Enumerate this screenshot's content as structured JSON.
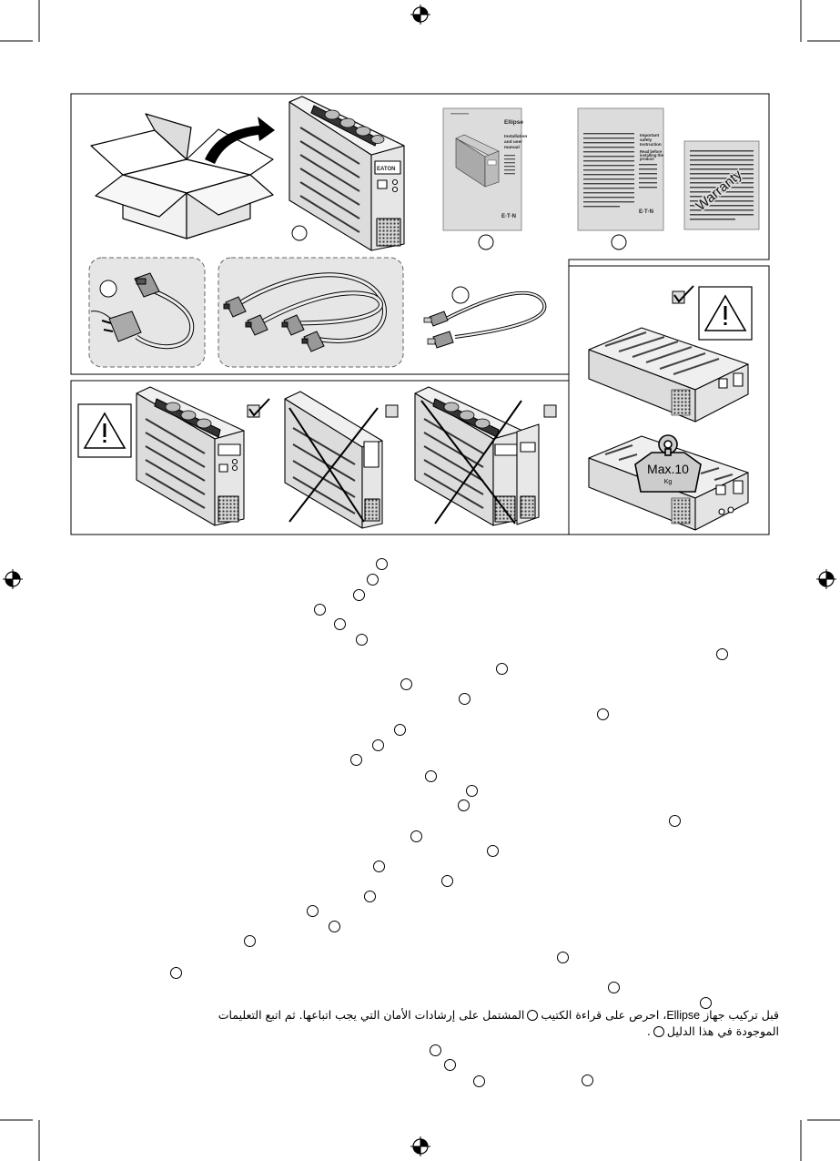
{
  "manual_ellipse": {
    "brand": "Ellipse",
    "title": "Installation and user manual",
    "logo": "E·T·N"
  },
  "manual_safety": {
    "title": "Important safety instructions",
    "note": "Read before installing the product",
    "logo": "E·T·N"
  },
  "warranty_label": "Warranty",
  "max_load": {
    "label": "Max.10",
    "unit": "Kg"
  },
  "instructions_ar": {
    "line1_before_brand": "قبل تركيب جهاز",
    "brand": "Ellipse",
    "line1_mid": "، احرص على قراءة الكتيب",
    "line1_after": "المشتمل على إرشادات الأمان التي يجب اتباعها. ثم اتبع التعليمات",
    "line2": "الموجودة في هذا الدليل",
    "line2_end": "."
  },
  "icons": {
    "registration": "registration-mark-icon",
    "warning": "warning-triangle-icon",
    "checkbox_checked": "checkbox-checked-icon",
    "checkbox_empty": "checkbox-empty-icon"
  }
}
